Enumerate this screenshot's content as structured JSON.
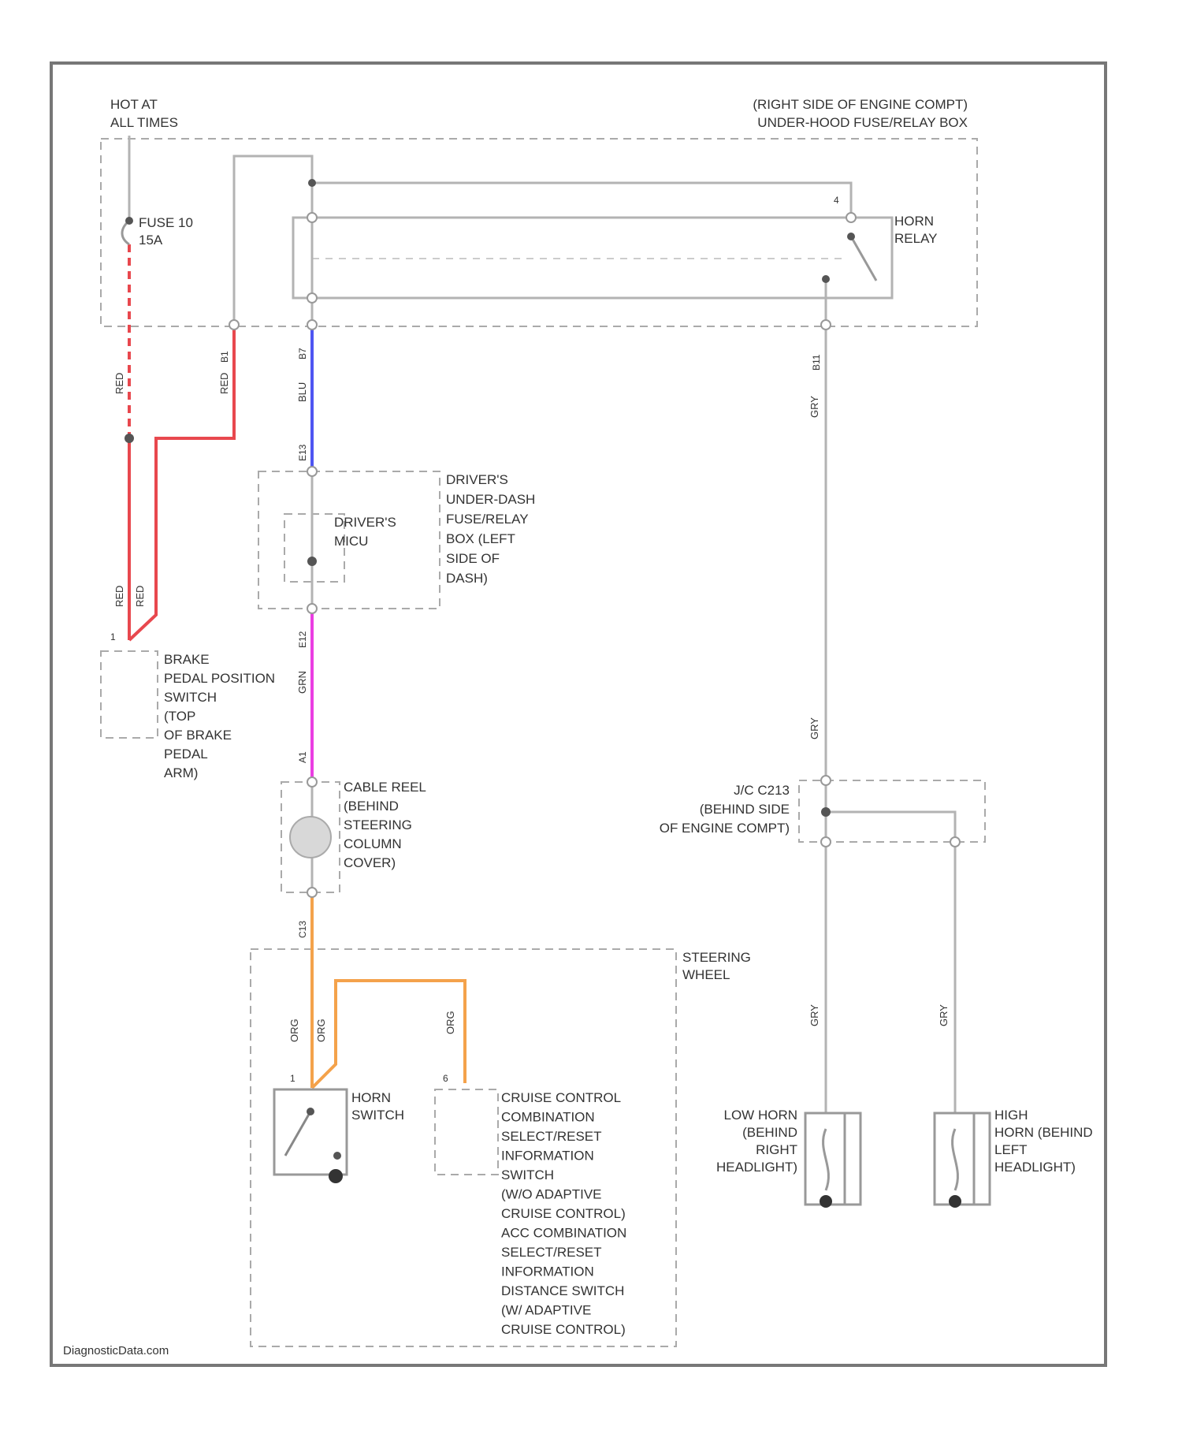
{
  "footer": "DiagnosticData.com",
  "labels": {
    "hot_at_all_times": [
      "HOT AT",
      "ALL TIMES"
    ],
    "underhood_box": [
      "(RIGHT SIDE OF ENGINE COMPT)",
      "UNDER-HOOD FUSE/RELAY BOX"
    ],
    "fuse": [
      "FUSE 10",
      "15A"
    ],
    "horn_relay": [
      "HORN",
      "RELAY"
    ],
    "drivers_box": [
      "DRIVER'S",
      "UNDER-DASH",
      "FUSE/RELAY",
      "BOX (LEFT",
      "SIDE OF",
      "DASH)"
    ],
    "drivers_mcu": [
      "DRIVER'S",
      "MICU"
    ],
    "brake_switch": [
      "BRAKE",
      "PEDAL POSITION",
      "SWITCH",
      "(TOP",
      "OF BRAKE",
      "PEDAL",
      "ARM)"
    ],
    "cable_reel": [
      "CABLE REEL",
      "(BEHIND",
      "STEERING",
      "COLUMN",
      "COVER)"
    ],
    "joint_connector": [
      "J/C C213",
      "(BEHIND SIDE",
      "OF ENGINE COMPT)"
    ],
    "steering_wheel": [
      "STEERING",
      "WHEEL"
    ],
    "horn_switch": [
      "HORN",
      "SWITCH"
    ],
    "cruise_switch": [
      "CRUISE CONTROL",
      "COMBINATION",
      "SELECT/RESET",
      "INFORMATION",
      "SWITCH",
      "(W/O ADAPTIVE",
      "CRUISE CONTROL)",
      "ACC COMBINATION",
      "SELECT/RESET",
      "INFORMATION",
      "DISTANCE SWITCH",
      "(W/ ADAPTIVE",
      "CRUISE CONTROL)"
    ],
    "low_horn": [
      "LOW HORN",
      "(BEHIND",
      "RIGHT",
      "HEADLIGHT)"
    ],
    "high_horn": [
      "HIGH",
      "HORN (BEHIND",
      "LEFT",
      "HEADLIGHT)"
    ]
  },
  "wires": {
    "red_1": "RED",
    "red_2": "RED",
    "red_3": "RED",
    "red_4": "RED",
    "blu": "BLU",
    "grn": "GRN",
    "org_1": "ORG",
    "org_2": "ORG",
    "org_3": "ORG",
    "gry_1": "GRY",
    "gry_2": "GRY",
    "gry_3": "GRY",
    "gry_4": "GRY"
  },
  "pins": {
    "p_b1": "B1",
    "p_b7": "B7",
    "p_b11": "B11",
    "p_a1": "A1",
    "p_e13": "E13",
    "p_e12": "E12",
    "p_c13": "C13",
    "p_1a": "1",
    "p_1b": "1",
    "p_4": "4",
    "p_6": "6"
  },
  "colors": {
    "red": "#e8484e",
    "blue": "#4e55f2",
    "magenta": "#ea3ee2",
    "orange": "#f4a24b",
    "gray": "#b3b3b3",
    "frame": "#777777"
  }
}
